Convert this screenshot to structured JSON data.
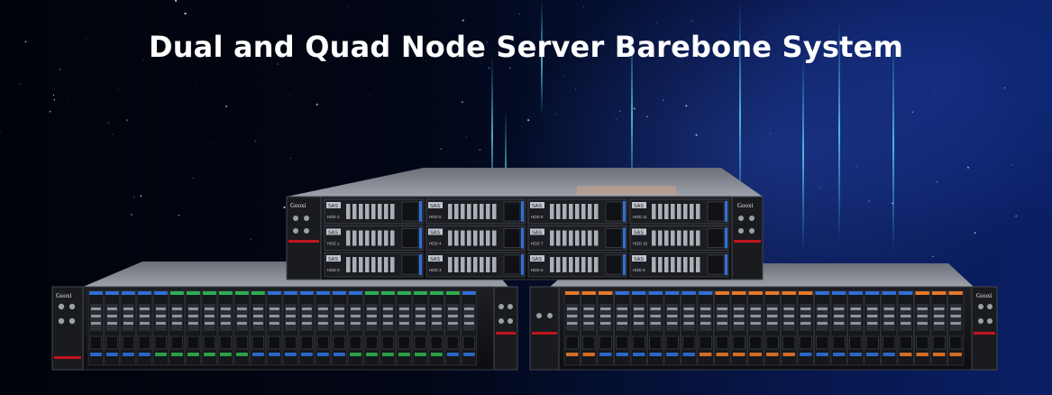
{
  "banner": {
    "title": "Dual and Quad Node Server Barebone System"
  },
  "servers": {
    "top": {
      "brand": "Gooxi",
      "drive_type": "SAS",
      "drive_labels": [
        "HDD 2",
        "HDD 5",
        "HDD 8",
        "HDD 11",
        "HDD 1",
        "HDD 4",
        "HDD 7",
        "HDD 10",
        "HDD 0",
        "HDD 3",
        "HDD 6",
        "HDD 9"
      ]
    },
    "left": {
      "brand": "Gooxi"
    },
    "right": {
      "brand": "Gooxi"
    }
  },
  "colors": {
    "accent_blue": "#2f6fd6",
    "accent_green": "#2fae4f",
    "accent_orange": "#e4782a",
    "accent_red": "#c0141c"
  }
}
